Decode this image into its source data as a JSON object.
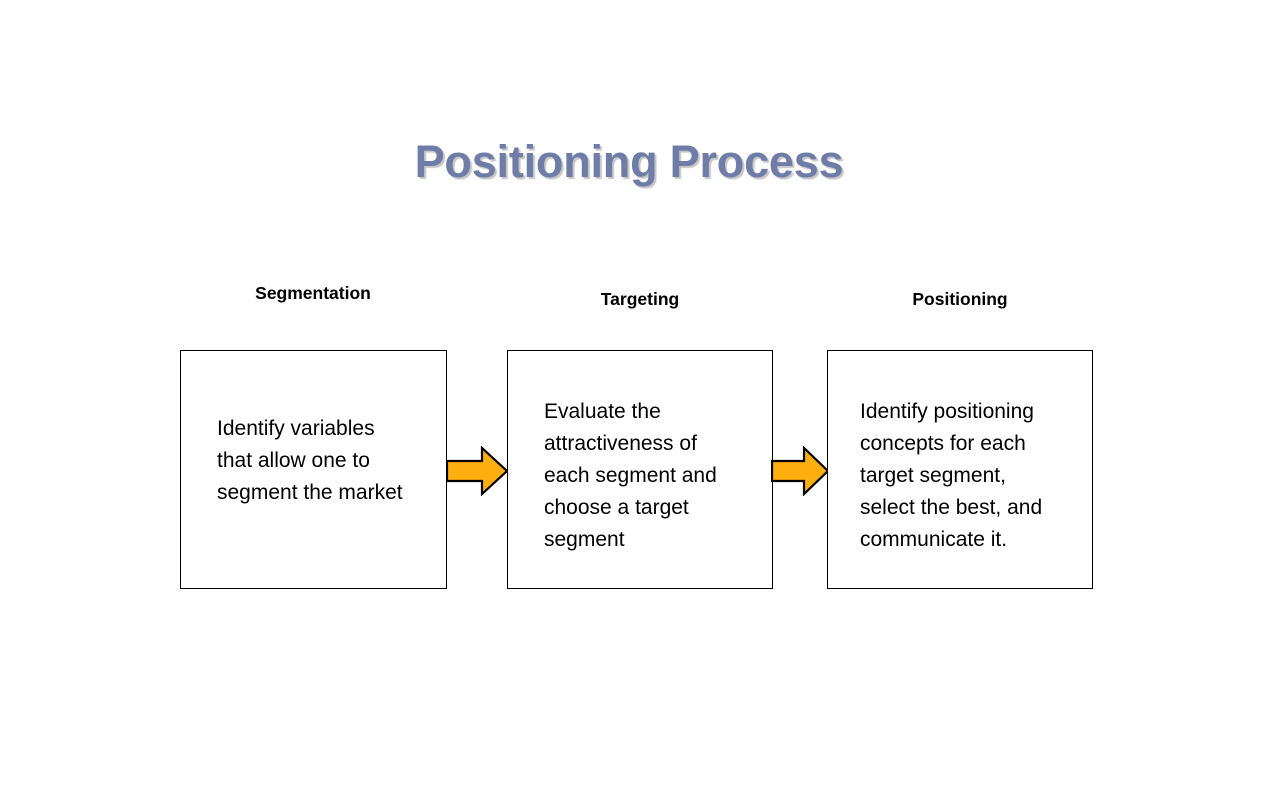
{
  "slide": {
    "title": "Positioning Process",
    "title_color": "#6e7ca8",
    "background_color": "#ffffff",
    "arrow_fill_color": "#ffae10",
    "arrow_stroke_color": "#000000",
    "box_border_color": "#000000",
    "box_fill_color": "#ffffff",
    "text_color": "#000000"
  },
  "stages": [
    {
      "label": "Segmentation",
      "body": "Identify variables\nthat allow one  to\nsegment the market"
    },
    {
      "label": "Targeting",
      "body": "Evaluate the\nattractiveness of\neach segment and\nchoose a target\nsegment"
    },
    {
      "label": "Positioning",
      "body": "Identify positioning\nconcepts for each\ntarget segment,\nselect the best,  and\ncommunicate it."
    }
  ],
  "connectors": [
    {
      "name": "segmentation-to-targeting"
    },
    {
      "name": "targeting-to-positioning"
    }
  ]
}
